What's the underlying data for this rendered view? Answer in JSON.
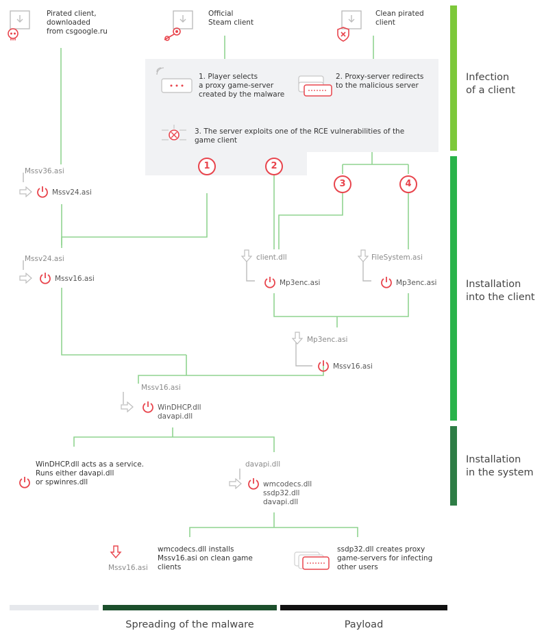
{
  "sources": {
    "pirated": "Pirated client,\ndownloaded\nfrom csgoogle.ru",
    "official": "Official\nSteam client",
    "clean_pirated": "Clean pirated\nclient"
  },
  "steps": {
    "step1": "1. Player selects\na proxy game-server\ncreated by the malware",
    "step2": "2. Proxy-server redirects\nto the malicious server",
    "step3": "3. The server exploits one of the RCE vulnerabilities of the\ngame client"
  },
  "numbers": [
    "1",
    "2",
    "3",
    "4"
  ],
  "modules": {
    "mssv36": "Mssv36.asi",
    "mssv24_a": "Mssv24.asi",
    "mssv24_b": "Mssv24.asi",
    "mssv16_a": "Mssv16.asi",
    "client_dll": "client.dll",
    "mp3enc_a": "Mp3enc.asi",
    "filesystem": "FileSystem.asi",
    "mp3enc_b": "Mp3enc.asi",
    "mp3enc_c": "Mp3enc.asi",
    "mssv16_b": "Mssv16.asi",
    "mssv16_c": "Mssv16.asi",
    "windhcp_group": "WinDHCP.dll\ndavapi.dll",
    "davapi_top": "davapi.dll",
    "wmcodecs_group": "wmcodecs.dll\nssdp32.dll\ndavapi.dll",
    "mssv16_d": "Mssv16.asi"
  },
  "notes": {
    "windhcp_service": "WinDHCP.dll acts as a service.\nRuns either davapi.dll\nor spwinres.dll",
    "wmcodecs_installs": "wmcodecs.dll installs\nMssv16.asi on clean game\nclients",
    "ssdp32_creates": "ssdp32.dll creates proxy\ngame-servers for infecting\nother users"
  },
  "stages": {
    "infection": "Infection\nof a client",
    "installation_client": "Installation\ninto the client",
    "installation_system": "Installation\nin the system"
  },
  "legend": {
    "spreading": "Spreading of the malware",
    "payload": "Payload"
  },
  "colors": {
    "accent_red": "#e8444c",
    "line_green": "#8fd48f",
    "stage_infection": "#7dc83a",
    "stage_client": "#29b34a",
    "stage_system": "#2e7d46",
    "bar_light": "#e6e8ec",
    "bar_green": "#1c4f2c",
    "bar_black": "#111111"
  },
  "icons": [
    "skull-icon",
    "steam-icon",
    "shield-x-icon",
    "power-icon",
    "arrow-down-icon",
    "arrow-right-icon",
    "server-icon",
    "bug-icon"
  ]
}
